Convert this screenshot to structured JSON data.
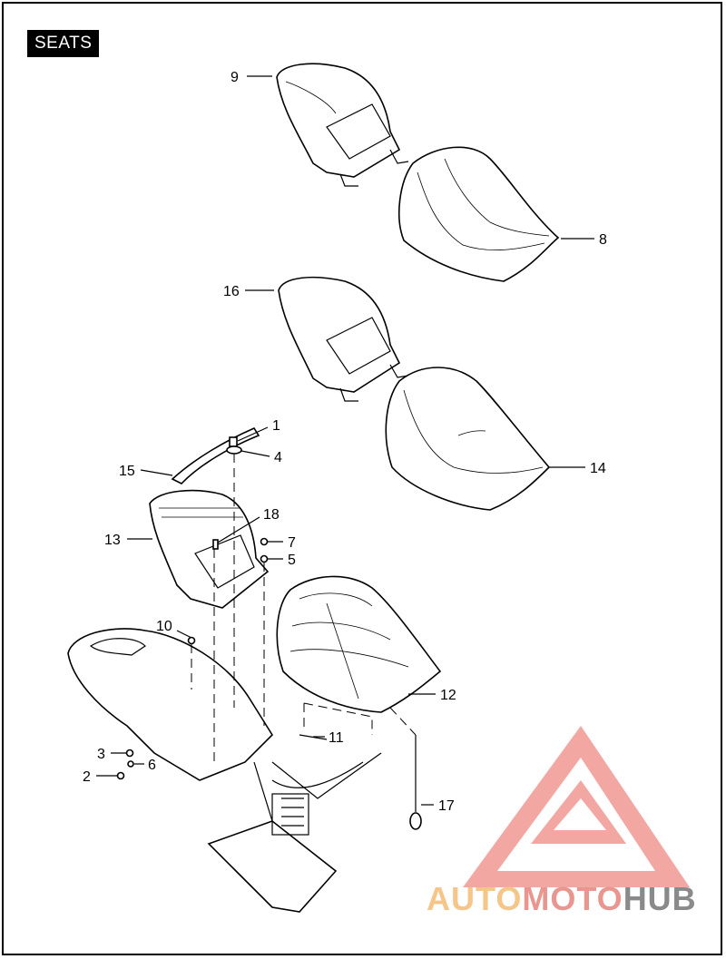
{
  "title": "SEATS",
  "callouts": {
    "p1": "1",
    "p2": "2",
    "p3": "3",
    "p4": "4",
    "p5": "5",
    "p6": "6",
    "p7": "7",
    "p8": "8",
    "p9": "9",
    "p10": "10",
    "p11": "11",
    "p12": "12",
    "p13": "13",
    "p14": "14",
    "p15": "15",
    "p16": "16",
    "p17": "17",
    "p18": "18"
  },
  "watermark": {
    "part1": "AUTO",
    "part2": "MOTO",
    "part3": "HUB",
    "colors": {
      "auto": "#f5c58a",
      "moto": "#e8968f",
      "hub": "#8a8a8a",
      "logo": "#ef8a85"
    }
  }
}
